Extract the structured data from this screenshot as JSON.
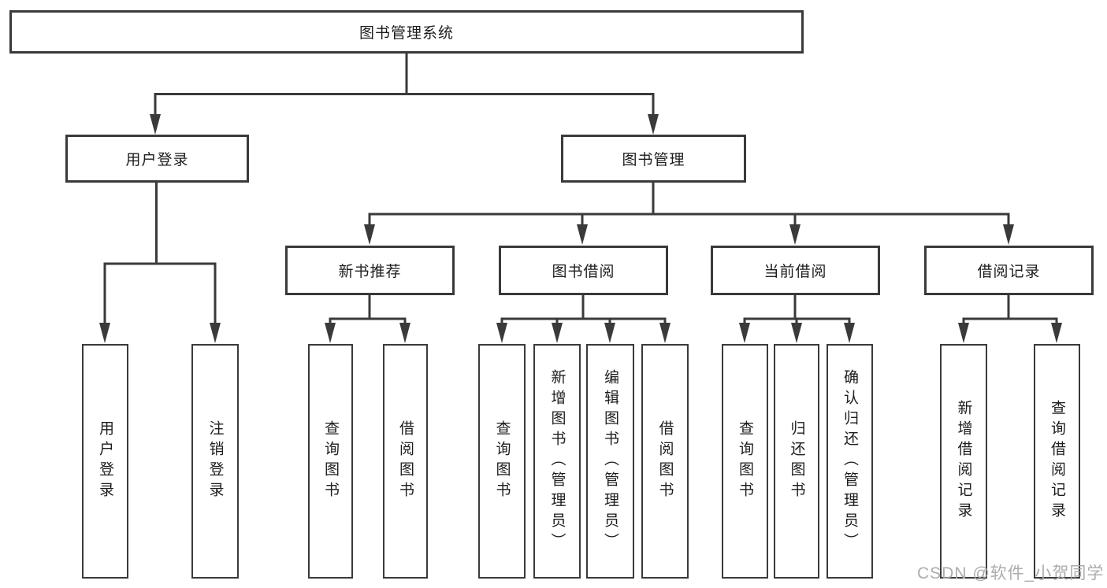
{
  "tree": {
    "label": "图书管理系统",
    "children": [
      {
        "label": "用户登录",
        "children": [
          {
            "label": "用户登录"
          },
          {
            "label": "注销登录"
          }
        ]
      },
      {
        "label": "图书管理",
        "children": [
          {
            "label": "新书推荐",
            "children": [
              {
                "label": "查询图书"
              },
              {
                "label": "借阅图书"
              }
            ]
          },
          {
            "label": "图书借阅",
            "children": [
              {
                "label": "查询图书"
              },
              {
                "label": "新增图书（管理员）"
              },
              {
                "label": "编辑图书（管理员）"
              },
              {
                "label": "借阅图书"
              }
            ]
          },
          {
            "label": "当前借阅",
            "children": [
              {
                "label": "查询图书"
              },
              {
                "label": "归还图书"
              },
              {
                "label": "确认归还（管理员）"
              }
            ]
          },
          {
            "label": "借阅记录",
            "children": [
              {
                "label": "新增借阅记录"
              },
              {
                "label": "查询借阅记录"
              }
            ]
          }
        ]
      }
    ]
  },
  "watermark": {
    "text": "CSDN @软件_小贺同学"
  },
  "colors": {
    "line": "#3a3a3a",
    "text": "#1d1d1d",
    "background": "#ffffff",
    "watermark": "#a8a8a8"
  }
}
